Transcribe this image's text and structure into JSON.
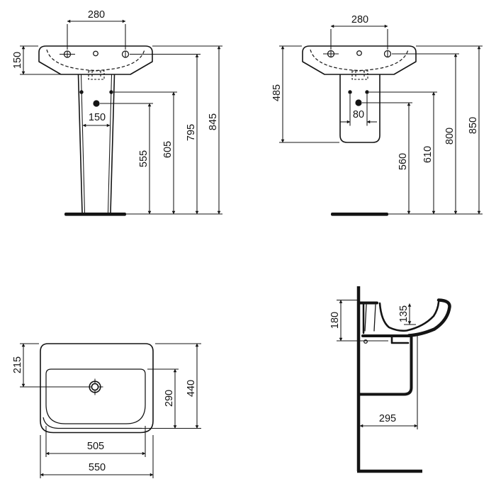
{
  "colors": {
    "line": "#141414",
    "background": "#ffffff"
  },
  "views": {
    "front_full": {
      "tap_hole_spacing": "280",
      "rim_height": "150",
      "pedestal_width": "150",
      "outlet_height": "555",
      "fixing_height": "605",
      "tap_hole_height": "795",
      "total_height": "845"
    },
    "front_semi": {
      "tap_hole_spacing": "280",
      "semi_pedestal_height": "485",
      "fixing_hole_spacing": "80",
      "outlet_height": "560",
      "fixing_height": "610",
      "tap_hole_height": "800",
      "total_height": "850"
    },
    "plan": {
      "drain_offset": "215",
      "bowl_depth": "290",
      "overall_depth": "440",
      "bowl_width": "505",
      "overall_width": "550"
    },
    "side": {
      "rim_to_underside": "180",
      "bowl_inner_depth": "135",
      "wall_to_front": "295"
    }
  }
}
